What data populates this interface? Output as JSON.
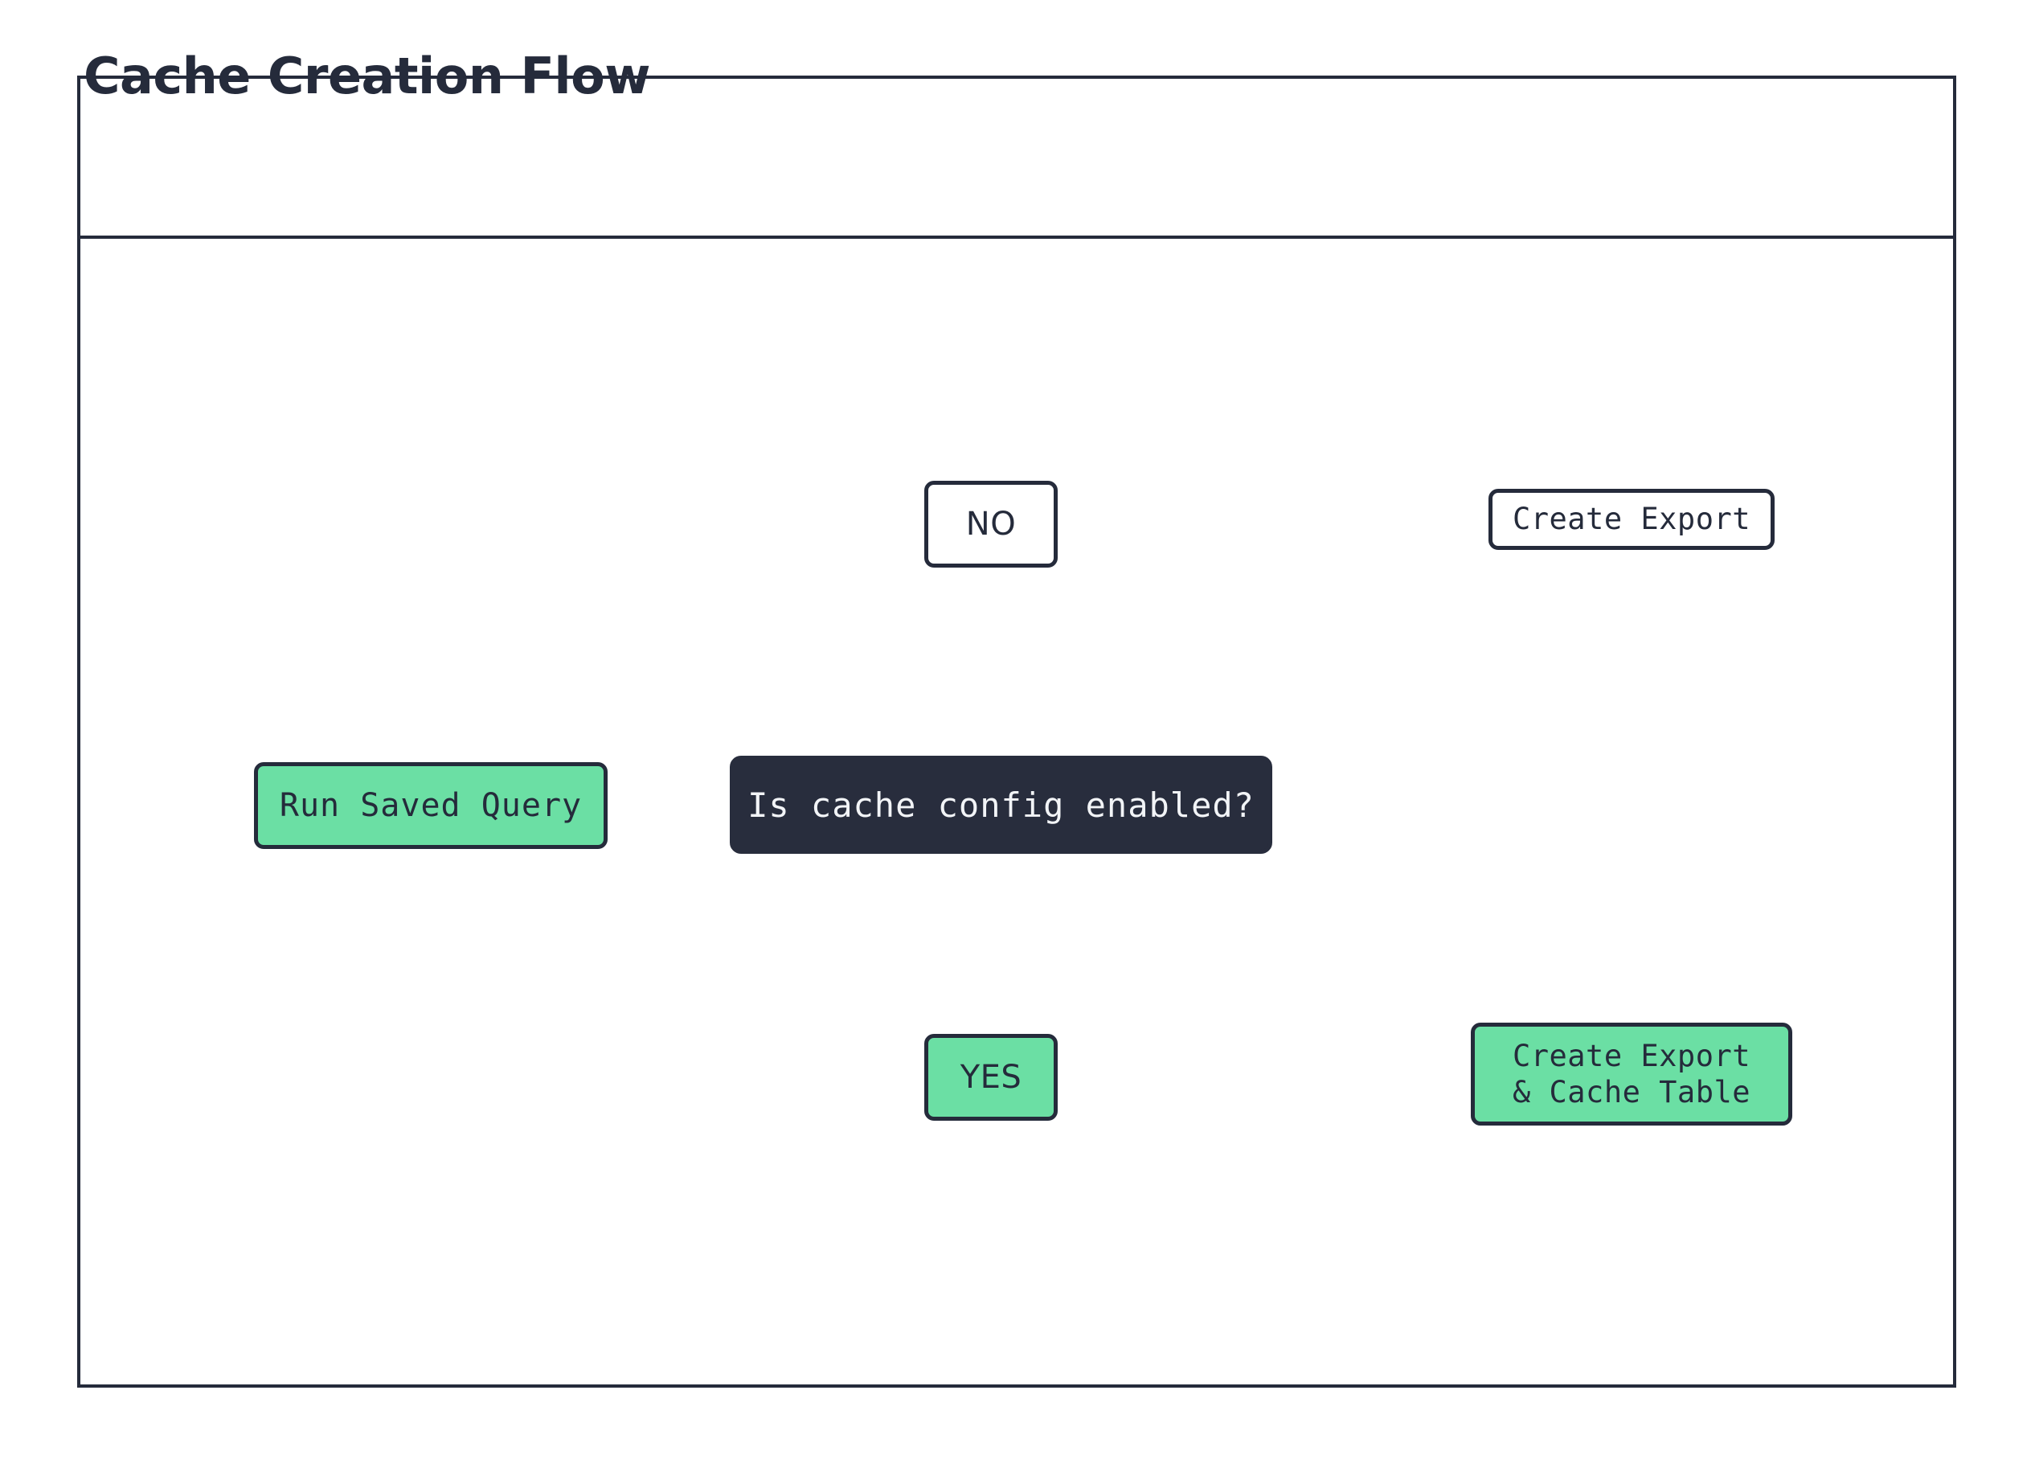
{
  "diagram": {
    "title": "Cache Creation Flow",
    "type": "flowchart",
    "colors": {
      "stroke": "#252B3B",
      "decision_fill": "#282D3D",
      "decision_text": "#F2F4F7",
      "accent_green": "#6BDFA4",
      "node_fill": "#FFFFFF",
      "background": "#FFFFFF"
    },
    "nodes": [
      {
        "id": "run-saved-query",
        "label": "Run Saved Query",
        "shape": "rounded-rect",
        "fill": "#6BDFA4"
      },
      {
        "id": "is-cache-config-enabled",
        "label": "Is cache config enabled?",
        "shape": "rounded-rect",
        "fill": "#282D3D"
      },
      {
        "id": "branch-no",
        "label": "NO",
        "shape": "rounded-rect",
        "fill": "#FFFFFF"
      },
      {
        "id": "branch-yes",
        "label": "YES",
        "shape": "rounded-rect",
        "fill": "#6BDFA4"
      },
      {
        "id": "database-top",
        "label": "Create Export",
        "shape": "database-cylinder",
        "fill": "#FFFFFF"
      },
      {
        "id": "database-bottom",
        "label": "Create Export\n& Cache Table",
        "shape": "database-cylinder",
        "fill": "#6BDFA4"
      }
    ],
    "edges": [
      {
        "from": "run-saved-query",
        "to": "is-cache-config-enabled",
        "label": ""
      },
      {
        "from": "is-cache-config-enabled",
        "to": "branch-no",
        "label": ""
      },
      {
        "from": "is-cache-config-enabled",
        "to": "branch-yes",
        "label": ""
      },
      {
        "from": "branch-no",
        "to": "database-top",
        "label": ""
      },
      {
        "from": "branch-yes",
        "to": "database-bottom",
        "label": ""
      }
    ]
  }
}
